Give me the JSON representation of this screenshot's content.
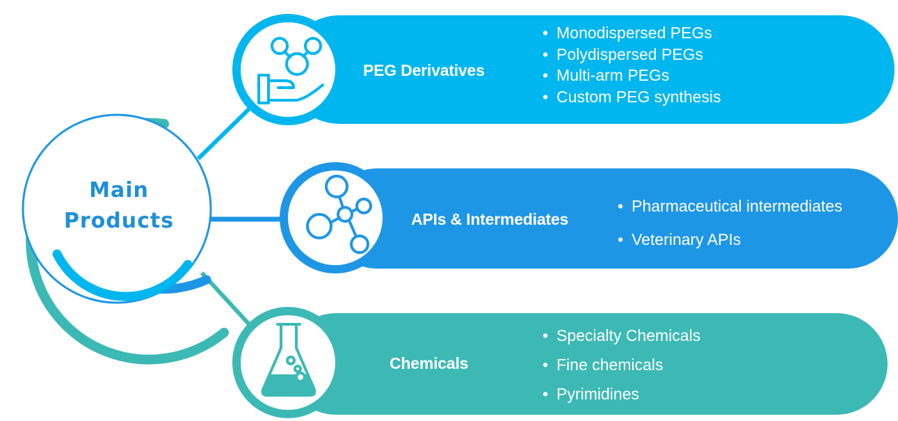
{
  "center": {
    "line1": "Main",
    "line2": "Products"
  },
  "categories": [
    {
      "title": "PEG Derivatives",
      "color": "#00b6ee",
      "icon": "hand-molecule-icon",
      "items": [
        "Monodispersed PEGs",
        "Polydispersed PEGs",
        "Multi-arm PEGs",
        "Custom PEG synthesis"
      ]
    },
    {
      "title": "APIs & Intermediates",
      "color": "#1e96e6",
      "icon": "molecule-icon",
      "items": [
        "Pharmaceutical intermediates",
        "Veterinary APIs"
      ]
    },
    {
      "title": "Chemicals",
      "color": "#3cb9b4",
      "icon": "flask-icon",
      "items": [
        "Specialty Chemicals",
        "Fine chemicals",
        "Pyrimidines"
      ]
    }
  ],
  "colors": {
    "teal": "#3cb9b4",
    "sky": "#00b6ee",
    "blue": "#1e96e6",
    "title_blue": "#1f8fd8",
    "line_light": "#7fd9f6"
  }
}
